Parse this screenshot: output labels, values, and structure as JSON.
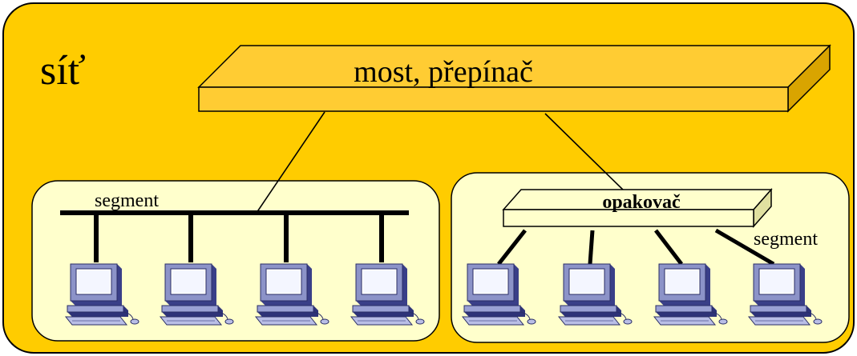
{
  "network": {
    "label": "síť",
    "background": "#FFCC00",
    "border": "#000000"
  },
  "bridge": {
    "label": "most, přepínač",
    "fill": "#FFCC33"
  },
  "left_segment": {
    "label": "segment",
    "fill": "#FFFFCC",
    "computers": 4
  },
  "right_segment": {
    "hub_label": "opakovač",
    "label": "segment",
    "fill": "#FFFFCC",
    "hub_fill": "#FFFFCC",
    "computers": 4
  },
  "icons": {
    "computer": "computer-icon"
  }
}
